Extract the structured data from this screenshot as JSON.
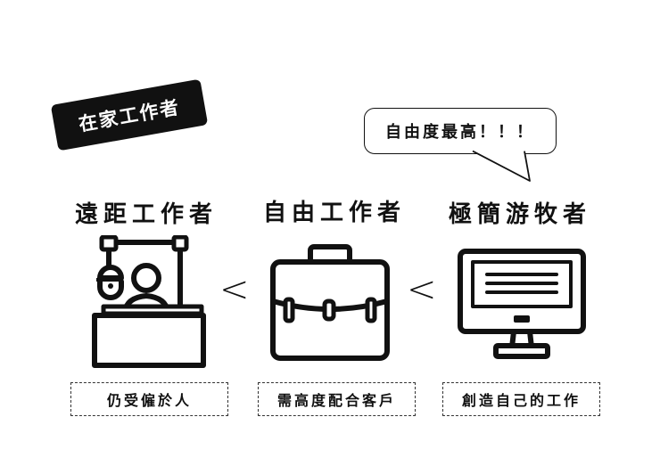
{
  "banner": {
    "text": "在家工作者"
  },
  "bubble": {
    "text": "自由度最高！！！"
  },
  "columns": [
    {
      "title": "遠距工作者",
      "caption": "仍受僱於人",
      "icon": "remote-desk-icon"
    },
    {
      "title": "自由工作者",
      "caption": "需高度配合客戶",
      "icon": "briefcase-icon"
    },
    {
      "title": "極簡游牧者",
      "caption": "創造自己的工作",
      "icon": "monitor-icon"
    }
  ],
  "comparators": [
    "<",
    "<"
  ]
}
